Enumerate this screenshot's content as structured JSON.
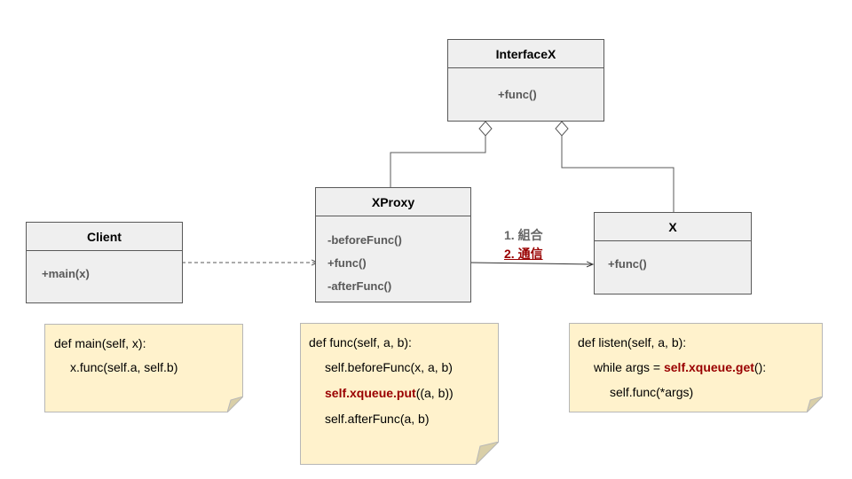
{
  "classes": {
    "interfacex": {
      "name": "InterfaceX",
      "ops": [
        "+func()"
      ]
    },
    "xproxy": {
      "name": "XProxy",
      "ops": [
        "-beforeFunc()",
        "+func()",
        "-afterFunc()"
      ]
    },
    "client": {
      "name": "Client",
      "ops": [
        "+main(x)"
      ]
    },
    "x": {
      "name": "X",
      "ops": [
        "+func()"
      ]
    }
  },
  "relations": {
    "label1": "1. 組合",
    "label2": "2. 通信"
  },
  "notes": {
    "client": {
      "line1": "def main(self, x):",
      "line2": "x.func(self.a, self.b)"
    },
    "xproxy": {
      "line1": "def func(self, a, b):",
      "line2": "self.beforeFunc(x, a, b)",
      "line3_highlight": "self.xqueue.put",
      "line3_rest": "((a, b))",
      "line4": "self.afterFunc(a, b)"
    },
    "x": {
      "line1": "def listen(self, a, b):",
      "line2_pre": "while args = ",
      "line2_highlight": "self.xqueue.get",
      "line2_post": "():",
      "line3": "self.func(*args)"
    }
  },
  "colors": {
    "class_fill": "#efefef",
    "class_border": "#595959",
    "note_fill": "#fff2cc",
    "highlight": "#990000",
    "label_gray": "#666666"
  }
}
